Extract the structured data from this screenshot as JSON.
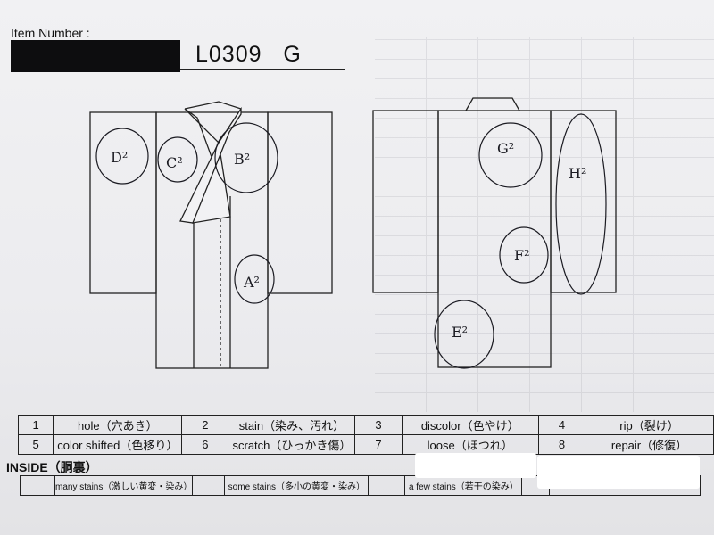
{
  "header": {
    "item_number_label": "Item Number :",
    "code": "L0309   G"
  },
  "front_marks": [
    {
      "label": "D²"
    },
    {
      "label": "C²"
    },
    {
      "label": "B²"
    },
    {
      "label": "A²"
    }
  ],
  "back_marks": [
    {
      "label": "G²"
    },
    {
      "label": "H²"
    },
    {
      "label": "F²"
    },
    {
      "label": "E²"
    }
  ],
  "legend": [
    {
      "num": "1",
      "label": "hole（穴あき）"
    },
    {
      "num": "2",
      "label": "stain（染み、汚れ）"
    },
    {
      "num": "3",
      "label": "discolor（色やけ）"
    },
    {
      "num": "4",
      "label": "rip（裂け）"
    },
    {
      "num": "5",
      "label": "color shifted（色移り）"
    },
    {
      "num": "6",
      "label": "scratch（ひっかき傷）"
    },
    {
      "num": "7",
      "label": "loose（ほつれ）"
    },
    {
      "num": "8",
      "label": "repair（修復）"
    }
  ],
  "inside": {
    "title": "INSIDE（胴裏）",
    "cells": [
      "many stains（激しい黄変・染み）",
      "some stains（多小の黄変・染み）",
      "a few stains（若干の染み）"
    ]
  }
}
